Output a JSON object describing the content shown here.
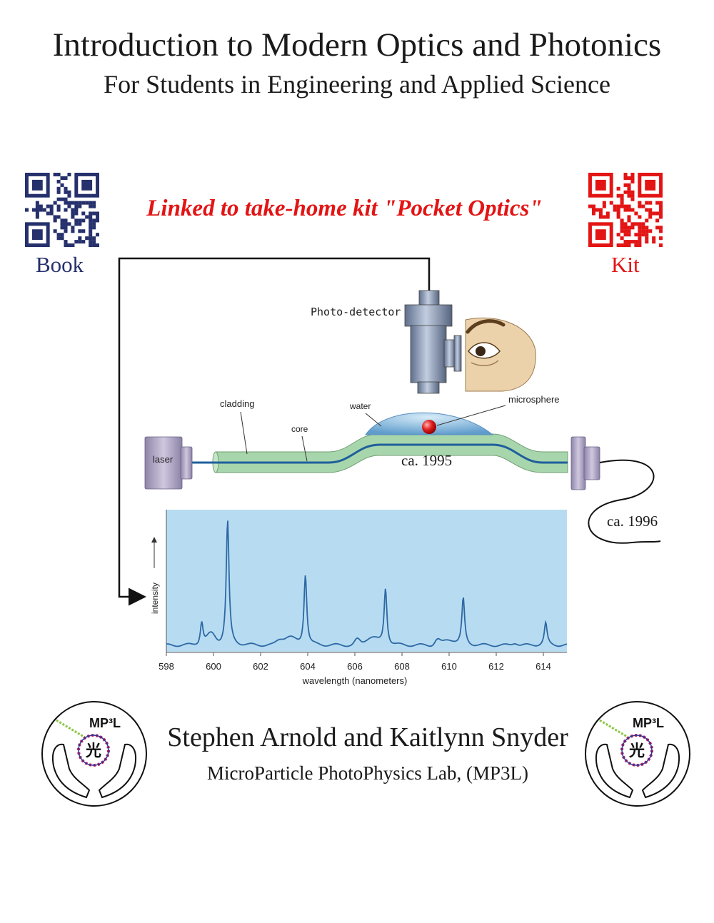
{
  "title": "Introduction to Modern Optics and Photonics",
  "subtitle": "For Students in Engineering and Applied Science",
  "kit_link": "Linked to take-home kit \"Pocket Optics\"",
  "qr": {
    "book_label": "Book",
    "kit_label": "Kit"
  },
  "colors": {
    "accent_red": "#e31414",
    "navy": "#25306c",
    "plot_bg": "#b7dcf2",
    "trace": "#2e68a4"
  },
  "diagram": {
    "photo_detector": "Photo-detector",
    "cladding": "cladding",
    "core": "core",
    "water": "water",
    "microsphere": "microsphere",
    "laser": "laser",
    "date_1995": "ca. 1995",
    "date_1996": "ca. 1996"
  },
  "chart_data": {
    "type": "line",
    "xlabel": "wavelength (nanometers)",
    "ylabel": "intensity",
    "xlim": [
      598,
      615
    ],
    "ticks": [
      "598",
      "600",
      "602",
      "604",
      "606",
      "608",
      "610",
      "612",
      "614"
    ],
    "peaks": [
      {
        "x": 599.5,
        "h": 0.18
      },
      {
        "x": 600.6,
        "h": 0.96
      },
      {
        "x": 603.9,
        "h": 0.55
      },
      {
        "x": 607.3,
        "h": 0.44
      },
      {
        "x": 610.6,
        "h": 0.36
      },
      {
        "x": 614.1,
        "h": 0.17
      }
    ]
  },
  "logo": {
    "text": "MP³L",
    "glyph": "光"
  },
  "authors": "Stephen Arnold and Kaitlynn Snyder",
  "lab": "MicroParticle PhotoPhysics Lab, (MP3L)"
}
